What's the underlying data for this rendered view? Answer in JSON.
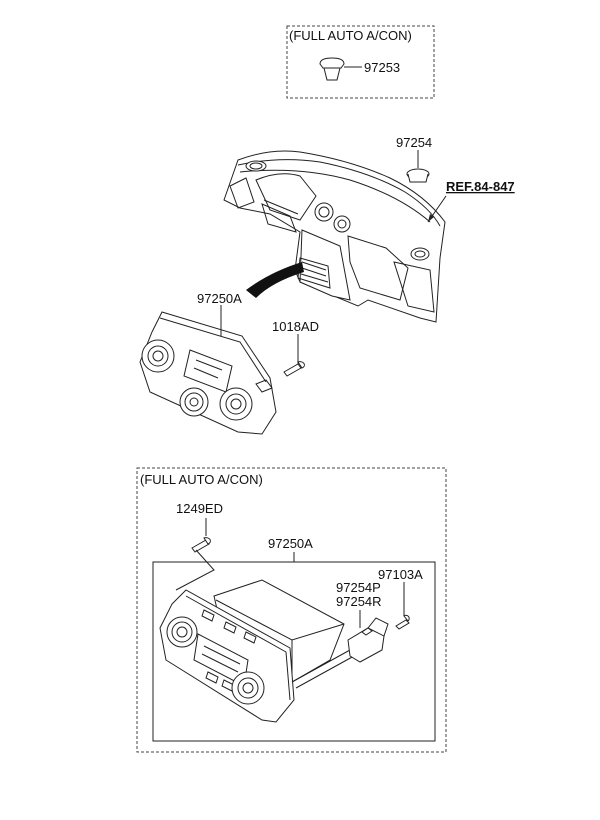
{
  "box_top": {
    "title": "(FULL AUTO A/CON)",
    "part": "97253"
  },
  "dash_panel": {
    "part": "97254",
    "ref": "REF.84-847"
  },
  "manual_control": {
    "part": "97250A",
    "screw": "1018AD"
  },
  "box_bottom": {
    "title": "(FULL AUTO A/CON)",
    "screw": "1249ED",
    "unit": "97250A",
    "sensor_a": "97254P",
    "sensor_b": "97254R",
    "sensor_screw": "97103A"
  }
}
